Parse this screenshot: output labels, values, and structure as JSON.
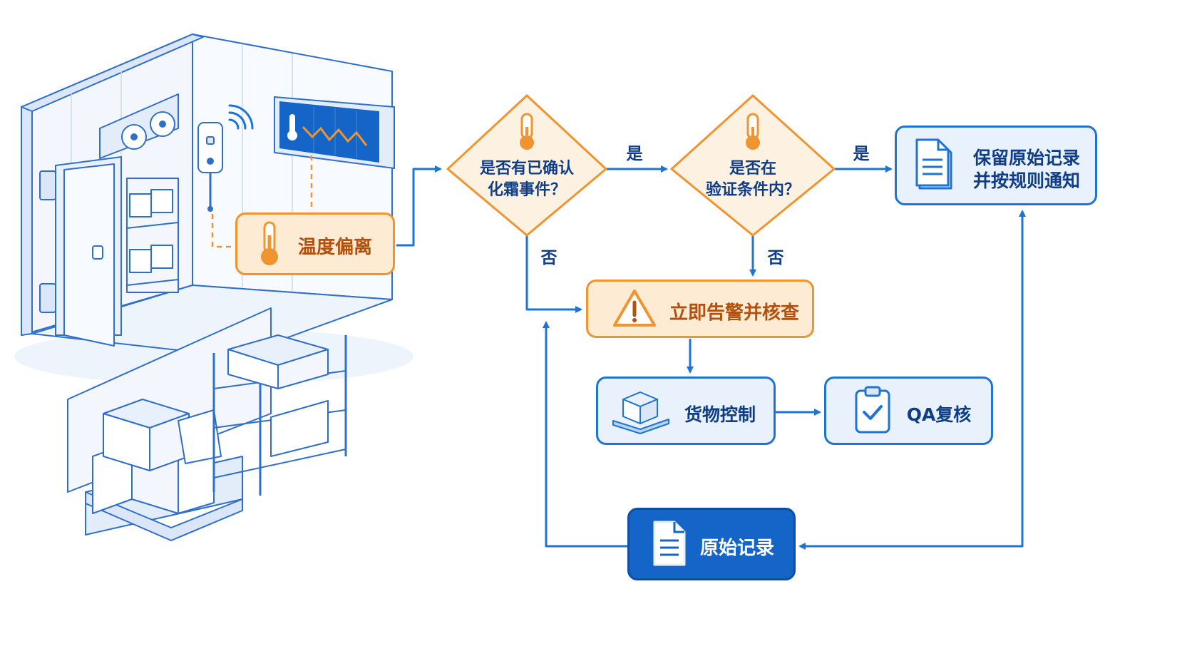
{
  "nodes": {
    "temp_deviation": "温度偏离",
    "decision_frost_line1": "是否有已确认",
    "decision_frost_line2": "化霜事件？",
    "decision_validation_line1": "是否在",
    "decision_validation_line2": "验证条件内？",
    "keep_record_line1": "保留原始记录",
    "keep_record_line2": "并按规则通知",
    "alarm_check": "立即告警并核查",
    "goods_control": "货物控制",
    "qa_review": "QA复核",
    "raw_record": "原始记录"
  },
  "edges": {
    "yes_1": "是",
    "yes_2": "是",
    "no_1": "否",
    "no_2": "否"
  },
  "icons": {
    "thermometer": "thermometer-icon",
    "warning": "warning-icon",
    "document": "document-icon",
    "pallet_boxes": "pallet-boxes-icon",
    "clipboard_check": "clipboard-check-icon",
    "cold_room": "cold-room-illustration",
    "temperature_sensor": "temperature-sensor-icon",
    "wireless_signal": "wireless-signal-icon",
    "temperature_monitor": "temperature-monitor-icon"
  },
  "colors": {
    "accent_orange": "#f0942f",
    "accent_blue": "#1f74d1",
    "dark_blue": "#1565c8",
    "text_navy": "#0f3e86"
  }
}
